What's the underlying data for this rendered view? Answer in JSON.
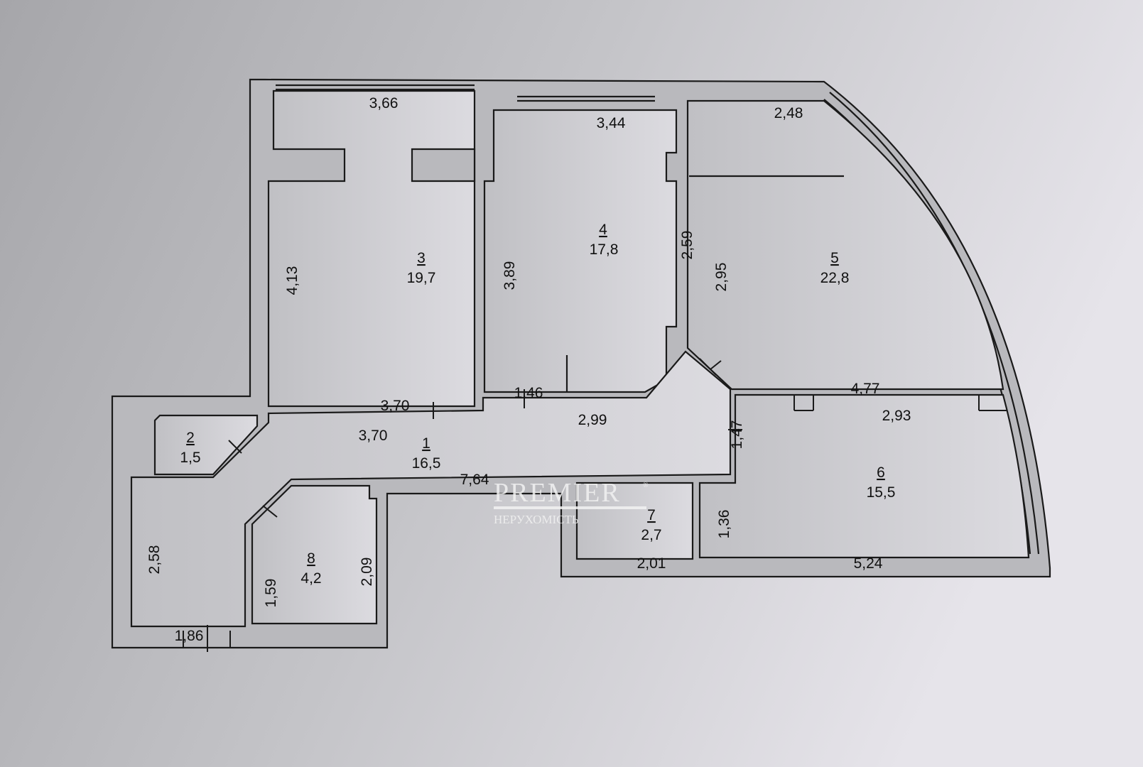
{
  "rooms": [
    {
      "number": "1",
      "area": "16,5"
    },
    {
      "number": "2",
      "area": "1,5"
    },
    {
      "number": "3",
      "area": "19,7"
    },
    {
      "number": "4",
      "area": "17,8"
    },
    {
      "number": "5",
      "area": "22,8"
    },
    {
      "number": "6",
      "area": "15,5"
    },
    {
      "number": "7",
      "area": "2,7"
    },
    {
      "number": "8",
      "area": "4,2"
    }
  ],
  "dimensions": {
    "room3_top": "3,66",
    "room3_side": "4,13",
    "room3_bottom": "3,70",
    "hall_top": "3,70",
    "room4_top": "3,44",
    "room4_left": "3,89",
    "room4_right": "2,59",
    "room4_door": "1,46",
    "hall_mid": "2,99",
    "room5_top": "2,48",
    "room5_left": "2,95",
    "room5_bottom": "4,77",
    "room6_top": "2,93",
    "hall_right": "1,47",
    "room6_left": "1,36",
    "room6_bottom": "5,24",
    "room7_bottom": "2,01",
    "hall_long": "7,64",
    "entry_side": "2,58",
    "entry_bottom": "1,86",
    "room8_left": "1,59",
    "room8_right": "2,09"
  },
  "watermark": {
    "brand": "PREMIER",
    "subtitle": "НЕРУХОМІСТЬ",
    "mark": "®"
  }
}
